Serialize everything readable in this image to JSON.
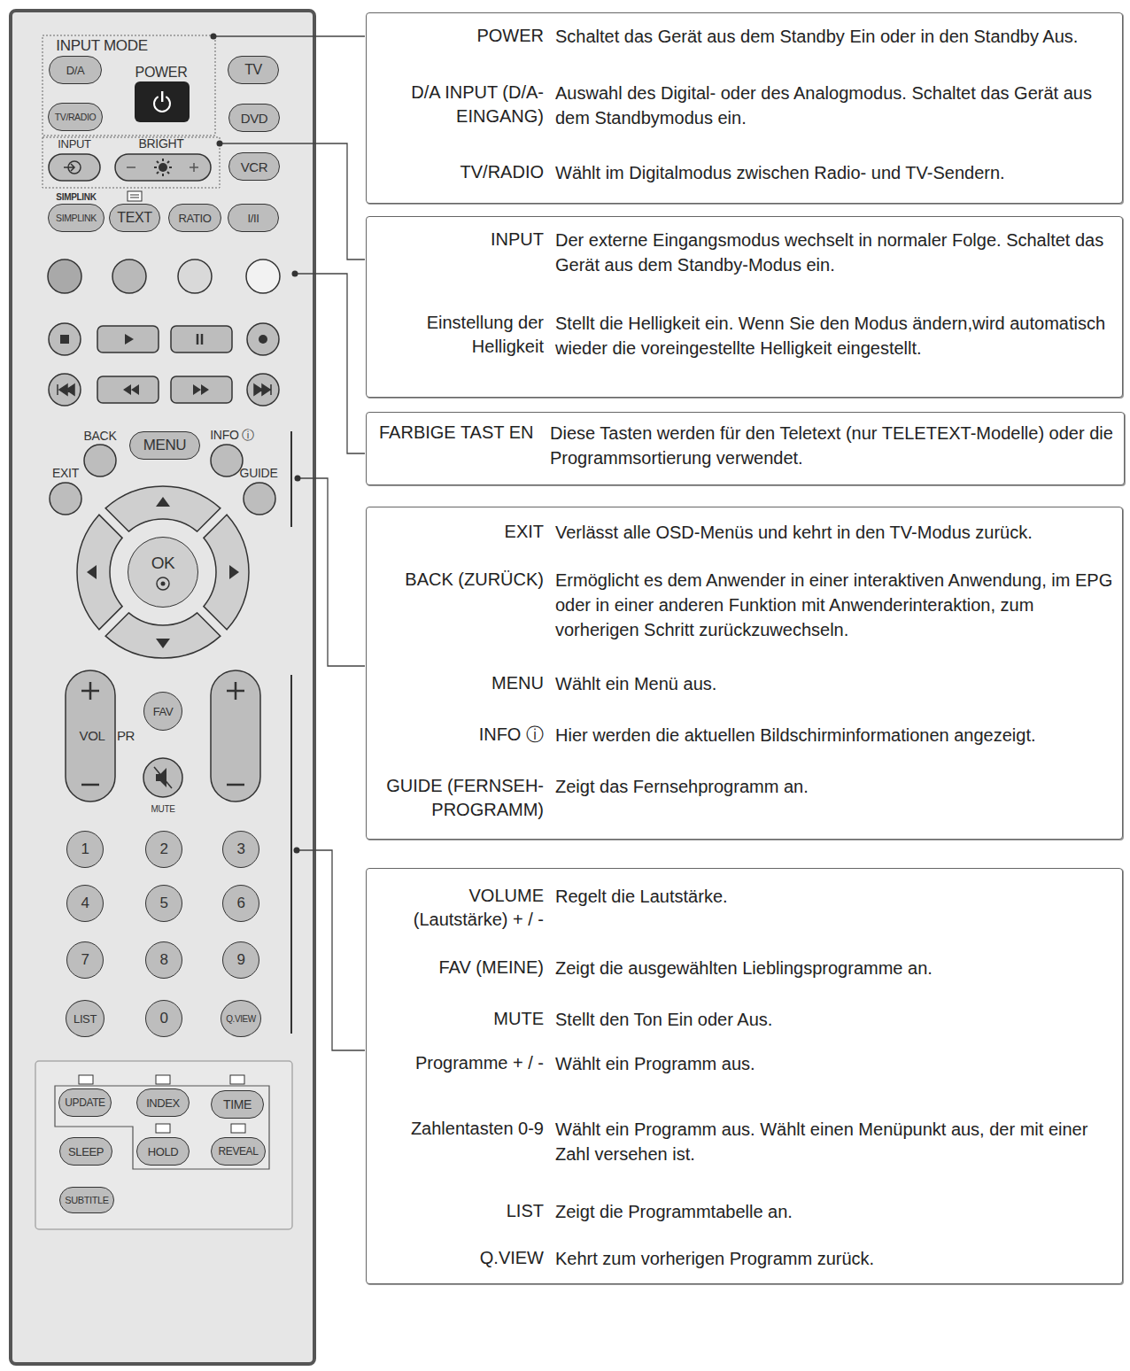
{
  "diagram": {
    "nodes": [
      {
        "text": [
          "POWER",
          "Schaltet das Gerät aus dem Standby Ein oder in den Standby Aus.",
          "D/A INPUT (D/A-EINGANG)",
          "Auswahl des Digital- oder des Analogmodus. Schaltet das Gerät aus dem Standbymodus ein.",
          "TV/RADIO",
          "Wählt im Digitalmodus zwischen Radio- und TV-Sendern."
        ]
      },
      {
        "text": [
          "INPUT",
          "Der externe Eingangsmodus wechselt in normaler Folge. Schaltet das Gerät aus dem Standby-Modus ein.",
          "Einstellung der Helligkeit",
          "Stellt die Helligkeit ein. Wenn Sie den Modus ändern,wird automatisch wieder die voreingestellte Helligkeit eingestellt."
        ]
      },
      {
        "text": [
          "FARBIGE TAST EN",
          "Diese Tasten werden für den Teletext (nur TELETEXT-Modelle) oder die Programmsortierung verwendet."
        ]
      },
      {
        "text": [
          "EXIT",
          "Verlässt alle OSD-Menüs und kehrt in den TV-Modus zurück.",
          "BACK (ZURÜCK)",
          "Ermöglicht es dem Anwender in einer interaktiven Anwendung, im EPG oder in einer anderen Funktion mit Anwenderinteraktion, zum vorherigen Schritt zurückzuwechseln.",
          "MENU",
          "Wählt ein Menü aus.",
          "INFO ⓘ",
          "Hier werden die aktuellen Bildschirminformationen angezeigt.",
          "GUIDE (FERNSEH-PROGRAMM)",
          "Zeigt das Fernsehprogramm an."
        ]
      },
      {
        "text": [
          "VOLUME (Lautstärke) + / -",
          "Regelt die Lautstärke.",
          "FAV (MEINE)",
          "Zeigt die ausgewählten Lieblingsprogramme an.",
          "MUTE",
          "Stellt den Ton Ein oder Aus.",
          "Programme + / -",
          "Wählt ein Programm aus.",
          "Zahlentasten 0-9",
          "Wählt ein Programm aus. Wählt einen Menüpunkt aus, der mit einer Zahl versehen ist.",
          "LIST",
          "Zeigt die Programmtabelle an.",
          "Q.VIEW",
          "Kehrt zum vorherigen Programm zurück."
        ]
      },
      {
        "text": [
          "D/A"
        ]
      },
      {
        "text": [
          "TV"
        ]
      },
      {
        "text": [
          "TV/RADIO"
        ]
      },
      {
        "text": [
          "DVD"
        ]
      },
      {
        "text": [
          "VCR"
        ]
      },
      {
        "text": [
          "SIMPLINK"
        ]
      },
      {
        "text": [
          "TEXT"
        ]
      },
      {
        "text": [
          "RATIO"
        ]
      },
      {
        "text": [
          "I/II"
        ]
      },
      {
        "text": [
          "MENU"
        ]
      },
      {
        "text": [
          "OK"
        ]
      },
      {
        "text": [
          "FAV"
        ]
      },
      {
        "text": [
          "1"
        ]
      },
      {
        "text": [
          "2"
        ]
      },
      {
        "text": [
          "3"
        ]
      },
      {
        "text": [
          "4"
        ]
      },
      {
        "text": [
          "5"
        ]
      },
      {
        "text": [
          "6"
        ]
      },
      {
        "text": [
          "7"
        ]
      },
      {
        "text": [
          "8"
        ]
      },
      {
        "text": [
          "9"
        ]
      },
      {
        "text": [
          "LIST"
        ]
      },
      {
        "text": [
          "0"
        ]
      },
      {
        "text": [
          "Q.VIEW"
        ]
      },
      {
        "text": [
          "UPDATE"
        ]
      },
      {
        "text": [
          "INDEX"
        ]
      },
      {
        "text": [
          "TIME"
        ]
      },
      {
        "text": [
          "SLEEP"
        ]
      },
      {
        "text": [
          "HOLD"
        ]
      },
      {
        "text": [
          "REVEAL"
        ]
      },
      {
        "text": [
          "SUBTITLE"
        ]
      }
    ],
    "labels": [
      "INPUT MODE",
      "POWER",
      "INPUT",
      "BRIGHT",
      "SIMPLINK",
      "BACK",
      "INFO ⓘ",
      "EXIT",
      "GUIDE",
      "VOL",
      "PR",
      "MUTE"
    ]
  }
}
